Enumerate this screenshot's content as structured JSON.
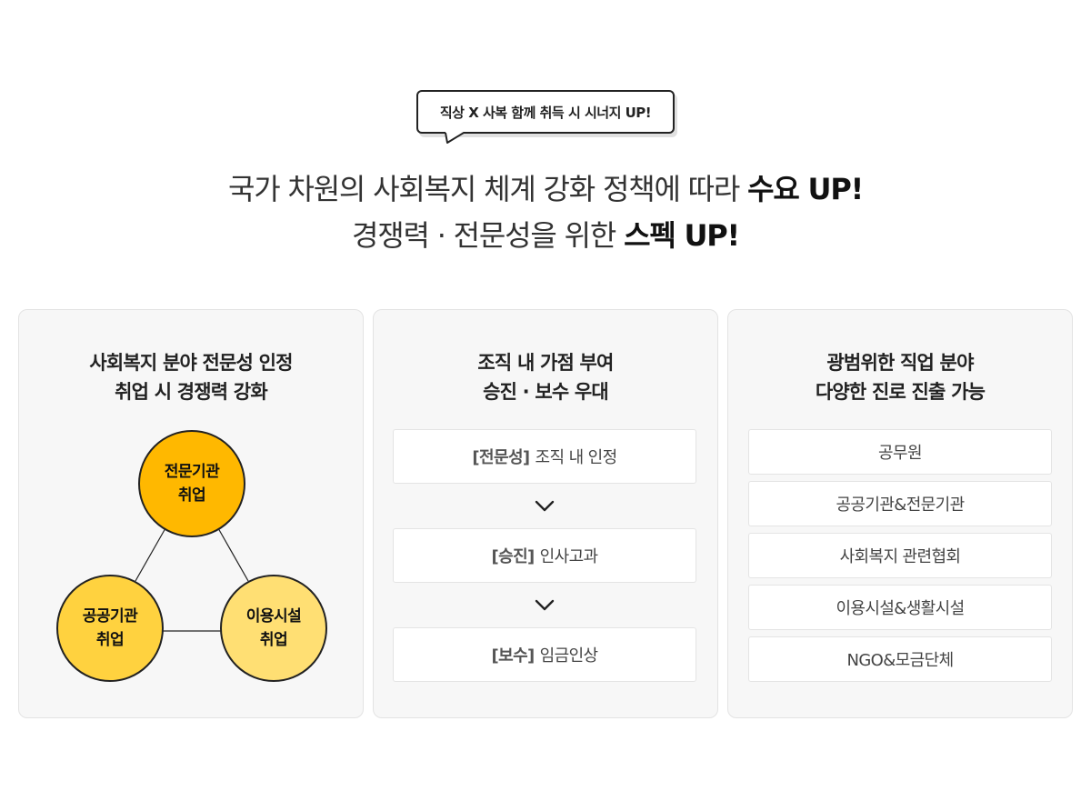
{
  "bubble": {
    "text": "직상 X 사복 함께 취득 시 시너지 UP!"
  },
  "headline": {
    "line1_prefix": "국가 차원의 사회복지 체계 강화 정책에 따라 ",
    "line1_strong": "수요 UP!",
    "line2_prefix": "경쟁력 · 전문성을 위한 ",
    "line2_strong": "스펙 UP!"
  },
  "card1": {
    "title_line1": "사회복지 분야 전문성 인정",
    "title_line2": "취업 시 경쟁력 강화",
    "circles": [
      {
        "line1": "전문기관",
        "line2": "취업",
        "color": "#ffb800"
      },
      {
        "line1": "공공기관",
        "line2": "취업",
        "color": "#ffd23f"
      },
      {
        "line1": "이용시설",
        "line2": "취업",
        "color": "#ffdf73"
      }
    ]
  },
  "card2": {
    "title_line1": "조직 내 가점 부여",
    "title_line2": "승진 · 보수 우대",
    "steps": [
      {
        "tag": "[전문성]",
        "text": "조직 내 인정"
      },
      {
        "tag": "[승진]",
        "text": "인사고과"
      },
      {
        "tag": "[보수]",
        "text": "임금인상"
      }
    ],
    "arrow_icon": "chevron-down-icon"
  },
  "card3": {
    "title_line1": "광범위한 직업 분야",
    "title_line2": "다양한 진로 진출 가능",
    "items": [
      "공무원",
      "공공기관&전문기관",
      "사회복지 관련협회",
      "이용시설&생활시설",
      "NGO&모금단체"
    ]
  },
  "colors": {
    "accent_dark": "#ffb800",
    "accent_mid": "#ffd23f",
    "accent_light": "#ffdf73",
    "card_bg": "#f7f7f7"
  }
}
